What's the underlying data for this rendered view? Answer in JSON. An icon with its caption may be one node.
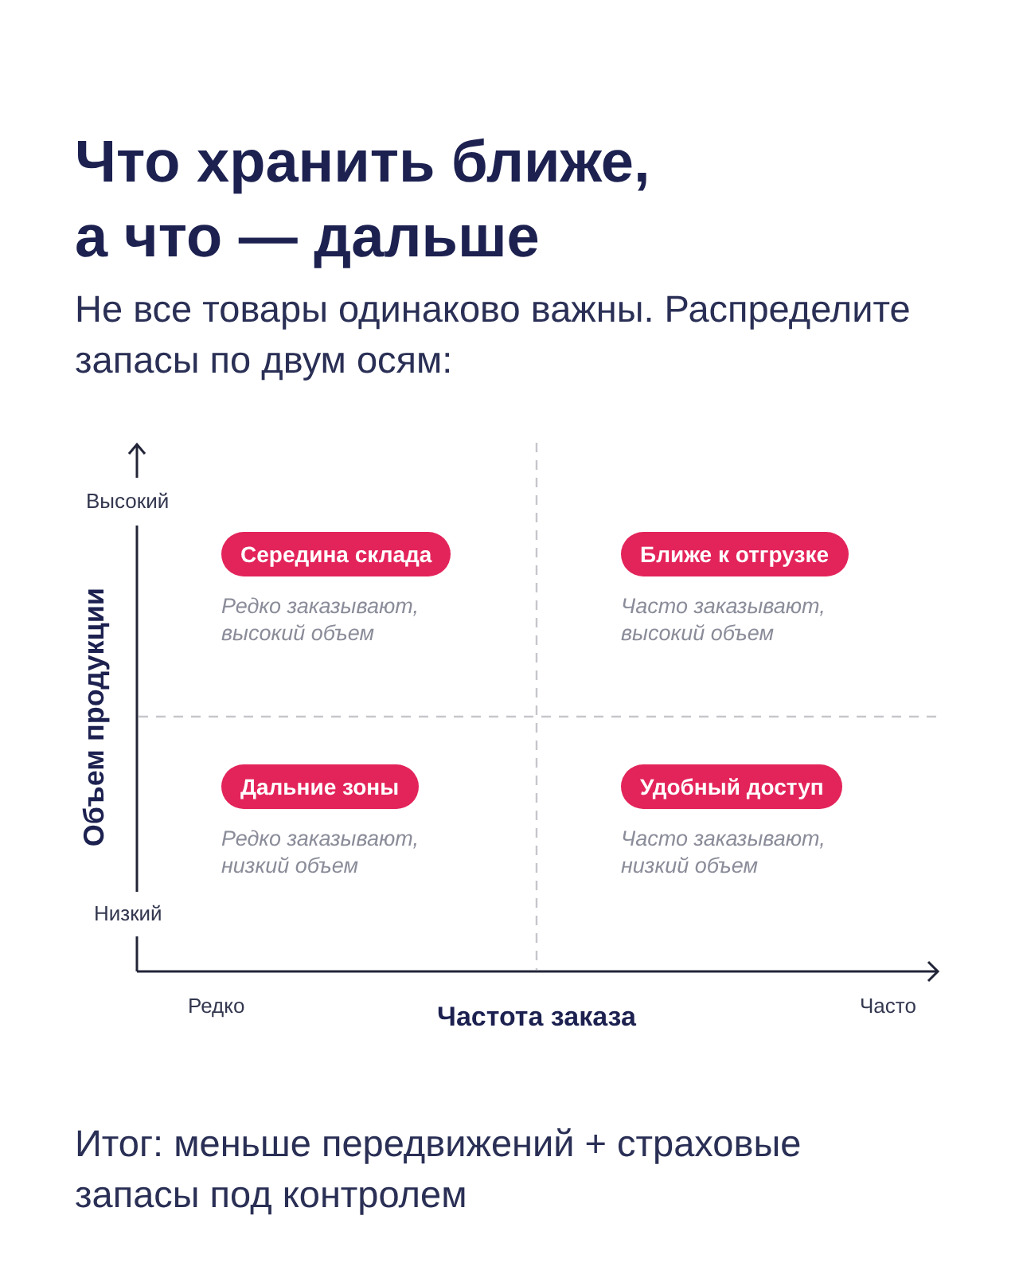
{
  "diagram": {
    "title": "Что хранить ближе, а что — дальше",
    "caption": "Итог: меньше передвижений + страховые запасы под контролем",
    "nodes": [
      {
        "text": [
          "Середина склада"
        ],
        "beside": [
          "Редко заказывают, высокий объем"
        ]
      },
      {
        "text": [
          "Ближе к отгрузке"
        ],
        "beside": [
          "Часто заказывают, высокий объем"
        ]
      },
      {
        "text": [
          "Дальние зоны"
        ],
        "beside": [
          "Редко заказывают, низкий объем"
        ]
      },
      {
        "text": [
          "Удобный доступ"
        ],
        "beside": [
          "Часто заказывают, низкий объем"
        ]
      }
    ],
    "edges": [],
    "labels": [
      "Не все товары одинаково важны. Распределите запасы по двум осям:",
      "Высокий",
      "Объем продукции",
      "Низкий",
      "Редко",
      "Частота заказа",
      "Часто"
    ]
  }
}
